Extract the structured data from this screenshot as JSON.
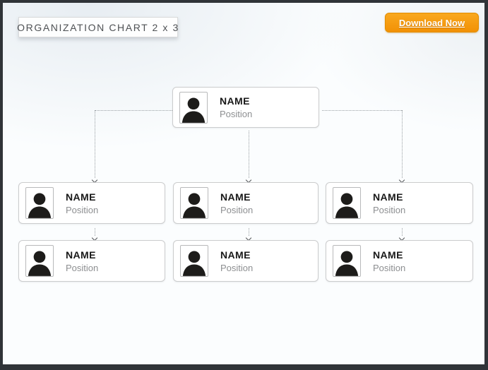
{
  "header": {
    "title": "ORGANIZATION CHART 2 x 3",
    "download_button": {
      "label": "Download Now"
    }
  },
  "colors": {
    "frame": "#303438",
    "accent_orange": "#f59a10",
    "card_border": "#cbcccd",
    "connector": "#9aa0a4",
    "name_text": "#181818",
    "position_text": "#8d8f91"
  },
  "org": {
    "root": {
      "name": "NAME",
      "position": "Position"
    },
    "middle": [
      {
        "name": "NAME",
        "position": "Position"
      },
      {
        "name": "NAME",
        "position": "Position"
      },
      {
        "name": "NAME",
        "position": "Position"
      }
    ],
    "bottom": [
      {
        "name": "NAME",
        "position": "Position"
      },
      {
        "name": "NAME",
        "position": "Position"
      },
      {
        "name": "NAME",
        "position": "Position"
      }
    ]
  }
}
